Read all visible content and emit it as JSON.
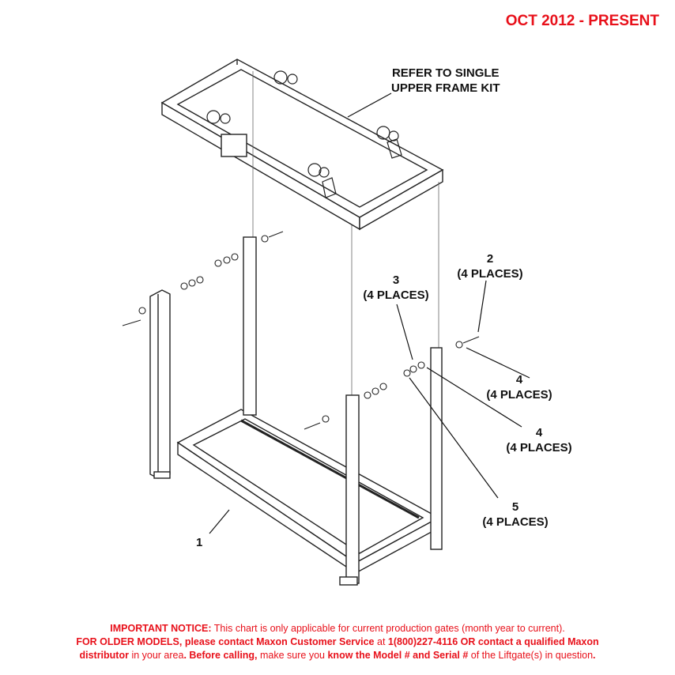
{
  "header": {
    "date_range": "OCT 2012 - PRESENT"
  },
  "callouts": {
    "upper_frame": {
      "line1": "REFER TO SINGLE",
      "line2": "UPPER FRAME KIT"
    },
    "item1": {
      "number": "1"
    },
    "item2": {
      "number": "2",
      "qty": "(4 PLACES)"
    },
    "item3": {
      "number": "3",
      "qty": "(4 PLACES)"
    },
    "item4a": {
      "number": "4",
      "qty": "(4 PLACES)"
    },
    "item4b": {
      "number": "4",
      "qty": "(4 PLACES)"
    },
    "item5": {
      "number": "5",
      "qty": "(4 PLACES)"
    }
  },
  "notice": {
    "l1_bold": "IMPORTANT NOTICE:",
    "l1_text": " This chart is only applicable for current production gates (month year to current).",
    "l2_bold1": "FOR OLDER MODELS, please contact Maxon Customer Service",
    "l2_text1": " at ",
    "l2_bold2": "1(800)227-4116 OR contact a qualified Maxon",
    "l3_bold1": "distributor",
    "l3_text1": " in your area",
    "l3_bold2": ". Before calling,",
    "l3_text2": " make sure you ",
    "l3_bold3": "know the Model # and Serial #",
    "l3_text3": " of the Liftgate(s) in question",
    "l3_end": "."
  }
}
